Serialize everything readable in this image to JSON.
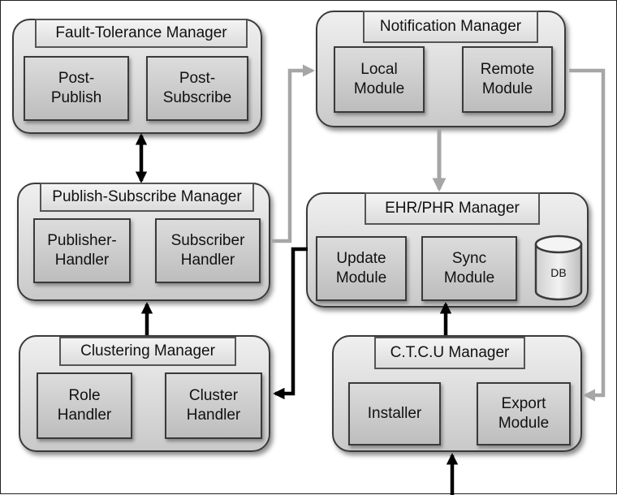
{
  "managers": {
    "fault_tolerance": {
      "title": "Fault-Tolerance Manager",
      "modules": [
        "Post-\nPublish",
        "Post-\nSubscribe"
      ]
    },
    "publish_subscribe": {
      "title": "Publish-Subscribe Manager",
      "modules": [
        "Publisher-\nHandler",
        "Subscriber\nHandler"
      ]
    },
    "clustering": {
      "title": "Clustering Manager",
      "modules": [
        "Role\nHandler",
        "Cluster\nHandler"
      ]
    },
    "notification": {
      "title": "Notification Manager",
      "modules": [
        "Local\nModule",
        "Remote\nModule"
      ]
    },
    "ehr_phr": {
      "title": "EHR/PHR Manager",
      "modules": [
        "Update\nModule",
        "Sync\nModule"
      ],
      "db_label": "DB"
    },
    "ctcu": {
      "title": "C.T.C.U Manager",
      "modules": [
        "Installer",
        "Export\nModule"
      ]
    }
  },
  "colors": {
    "black_arrow": "#000000",
    "gray_arrow": "#a6a6a6"
  }
}
